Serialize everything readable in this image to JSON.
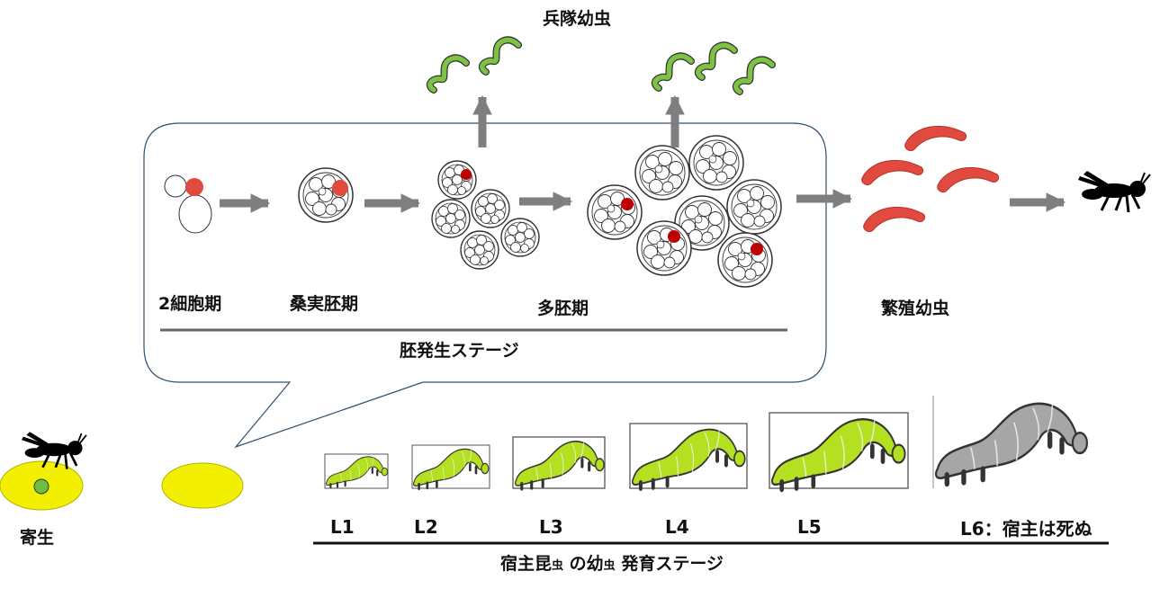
{
  "labels": {
    "soldier_larva": "兵隊幼虫",
    "two_cell": "2細胞期",
    "morula": "桑実胚期",
    "polyembryo": "多胚期",
    "reproductive_larva": "繁殖幼虫",
    "embryo_stage": "胚発生ステージ",
    "parasitism": "寄生",
    "l1": "L1",
    "l2": "L2",
    "l3": "L3",
    "l4": "L4",
    "l5": "L5",
    "l6": "L6：宿主は死ぬ",
    "host_stage_a": "宿主昆",
    "host_stage_small_1": "虫",
    "host_stage_b": "の幼",
    "host_stage_small_2": "虫",
    "host_stage_c": "発育ステージ"
  },
  "colors": {
    "arrow": "#7f7f7f",
    "soldier": "#7dc242",
    "reproductive": "#e04a3f",
    "embryo_dot": "#c00000",
    "egg_yellow": "#f2ef00",
    "caterpillar": "#b4e021",
    "dead_caterpillar": "#a6a6a6",
    "host_nucleus": "#6fbf3f"
  }
}
